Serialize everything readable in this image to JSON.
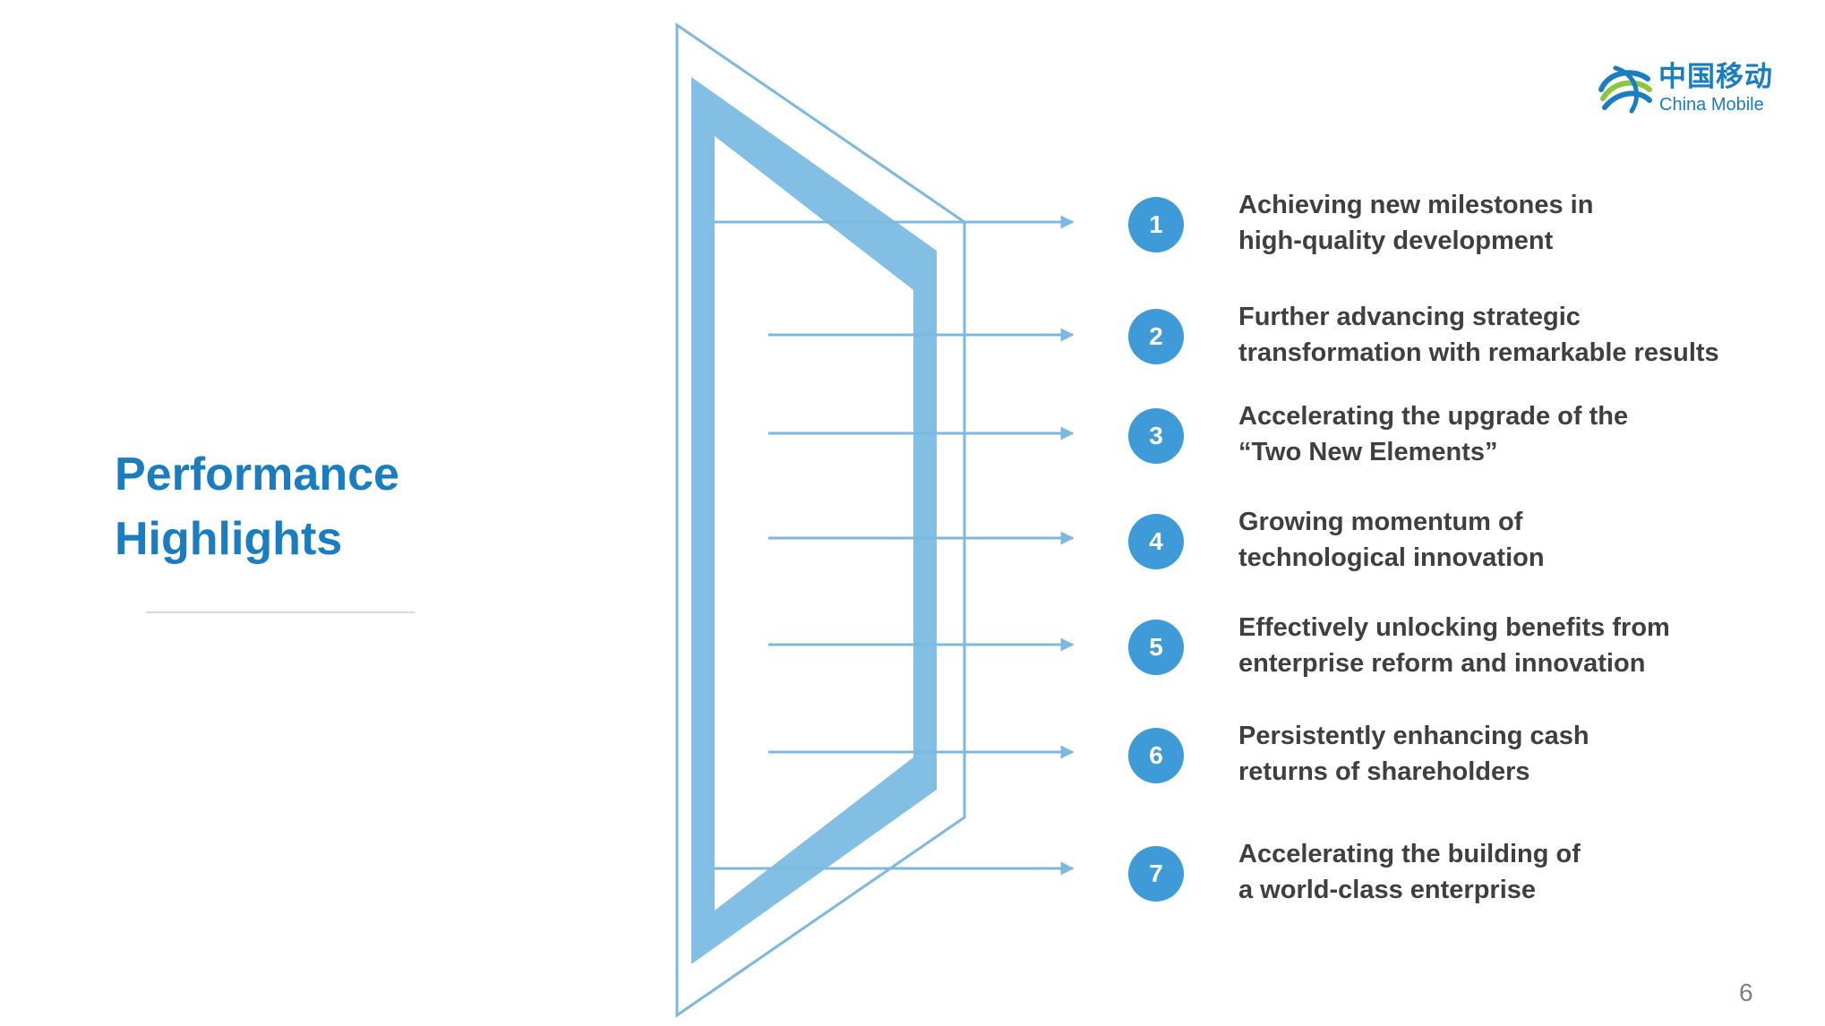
{
  "logo": {
    "name_cn": "中国移动",
    "name_en": "China Mobile"
  },
  "title": {
    "line1": "Performance",
    "line2": "Highlights"
  },
  "highlights": [
    {
      "number": "1",
      "line1": "Achieving new milestones in",
      "line2": "high-quality development"
    },
    {
      "number": "2",
      "line1": "Further advancing strategic",
      "line2": "transformation with remarkable results"
    },
    {
      "number": "3",
      "line1": "Accelerating the upgrade of the",
      "line2": "“Two New Elements”"
    },
    {
      "number": "4",
      "line1": "Growing momentum of",
      "line2": "technological innovation"
    },
    {
      "number": "5",
      "line1": "Effectively unlocking benefits from",
      "line2": "enterprise reform and innovation"
    },
    {
      "number": "6",
      "line1": "Persistently enhancing cash",
      "line2": "returns of shareholders"
    },
    {
      "number": "7",
      "line1": "Accelerating the building of",
      "line2": "a world-class enterprise"
    }
  ],
  "page_number": "6",
  "colors": {
    "accent": "#1a7cc1",
    "badge": "#3f9ad8",
    "prism": "#7fbde4",
    "line": "#7cb8e0",
    "text": "#3f3f3f"
  }
}
